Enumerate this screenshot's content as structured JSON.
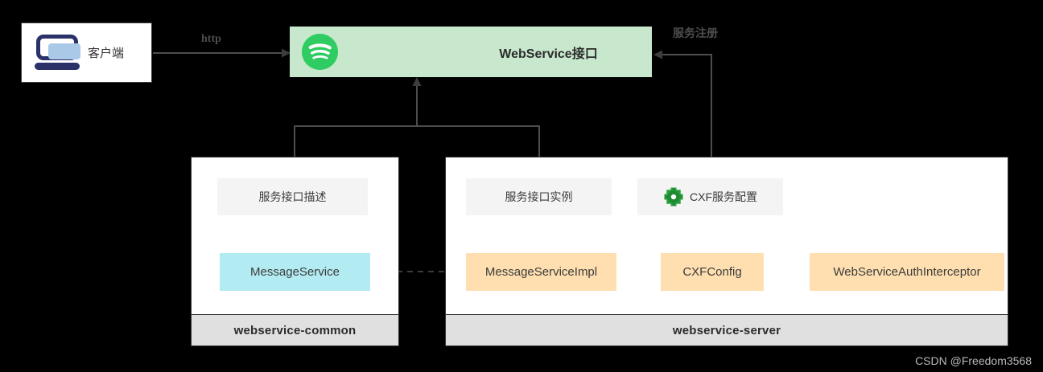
{
  "diagram": {
    "background": "#000000",
    "watermark": "CSDN @Freedom3568",
    "client": {
      "label": "客户端",
      "icon": "laptop-icon"
    },
    "webservice_bar": {
      "title": "WebService接口",
      "icon": "spotify-icon",
      "fill": "#c7e8cd"
    },
    "edges": {
      "http": "http",
      "service_register": "服务注册"
    },
    "modules": [
      {
        "id": "webservice-common",
        "footer": "webservice-common",
        "notes": [
          {
            "label": "服务接口描述",
            "icon": null
          }
        ],
        "classes": [
          {
            "label": "MessageService",
            "fill": "#b2ecf2"
          }
        ]
      },
      {
        "id": "webservice-server",
        "footer": "webservice-server",
        "notes": [
          {
            "label": "服务接口实例",
            "icon": null
          },
          {
            "label": "CXF服务配置",
            "icon": "gear-icon"
          }
        ],
        "classes": [
          {
            "label": "MessageServiceImpl",
            "fill": "#ffdfb0"
          },
          {
            "label": "CXFConfig",
            "fill": "#ffdfb0"
          },
          {
            "label": "WebServiceAuthInterceptor",
            "fill": "#ffdfb0"
          }
        ]
      }
    ]
  }
}
